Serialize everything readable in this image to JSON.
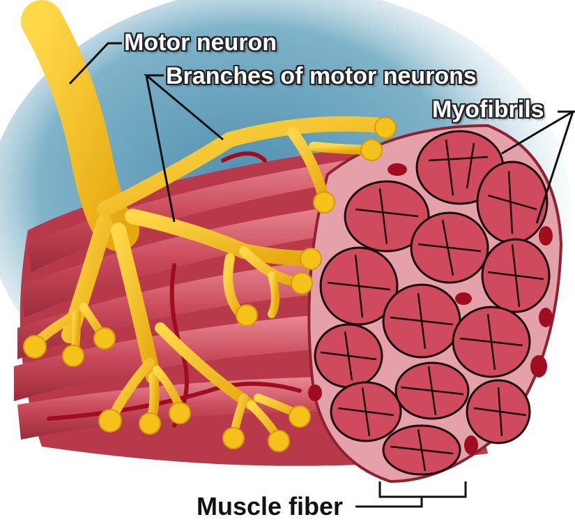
{
  "labels": {
    "motor_neuron": "Motor neuron",
    "branches": "Branches of motor neurons",
    "myofibrils": "Myofibrils",
    "muscle_fiber": "Muscle fiber"
  },
  "colors": {
    "background_wash": "#7fb3c9",
    "muscle": "#c94a5a",
    "muscle_highlight": "#e98a95",
    "myofibril_fill": "#cf4a5c",
    "myofibril_outline": "#1a0a0c",
    "nerve": "#f5c21b",
    "nerve_shadow": "#d49a0a",
    "vessel": "#a00d1e"
  }
}
